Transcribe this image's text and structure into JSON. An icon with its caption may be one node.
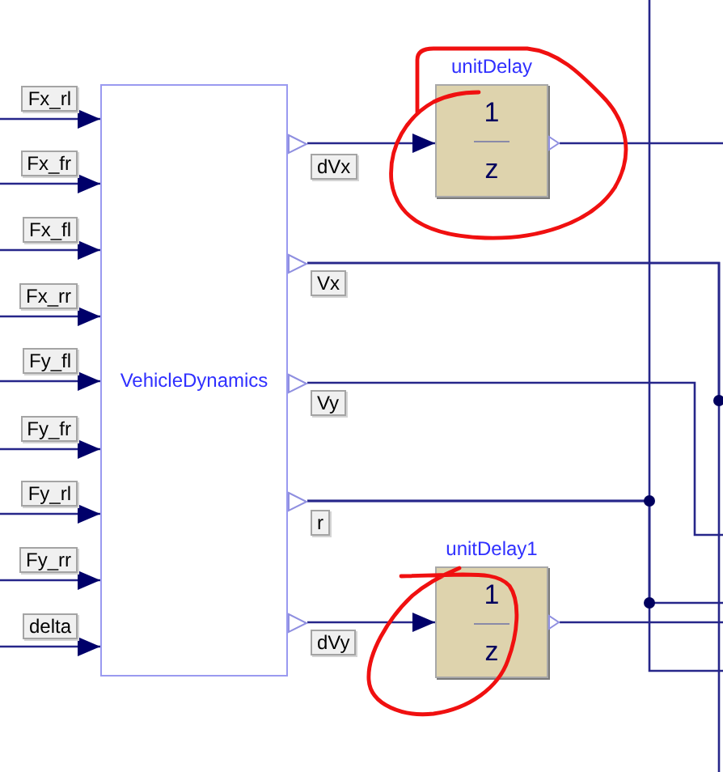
{
  "diagram": {
    "nodes": [
      {
        "text": [
          "VehicleDynamics"
        ]
      },
      {
        "text": [
          "unitDelay",
          "1",
          "z"
        ]
      },
      {
        "text": [
          "unitDelay1",
          "1",
          "z"
        ]
      }
    ],
    "edges": [
      {
        "from": null,
        "to": 0,
        "arrow": "to",
        "label": "Fx_rl"
      },
      {
        "from": null,
        "to": 0,
        "arrow": "to",
        "label": "Fx_fr"
      },
      {
        "from": null,
        "to": 0,
        "arrow": "to",
        "label": "Fx_fl"
      },
      {
        "from": null,
        "to": 0,
        "arrow": "to",
        "label": "Fx_rr"
      },
      {
        "from": null,
        "to": 0,
        "arrow": "to",
        "label": "Fy_fl"
      },
      {
        "from": null,
        "to": 0,
        "arrow": "to",
        "label": "Fy_fr"
      },
      {
        "from": null,
        "to": 0,
        "arrow": "to",
        "label": "Fy_rl"
      },
      {
        "from": null,
        "to": 0,
        "arrow": "to",
        "label": "Fy_rr"
      },
      {
        "from": null,
        "to": 0,
        "arrow": "to",
        "label": "delta"
      },
      {
        "from": 0,
        "to": 1,
        "arrow": "to",
        "label": "dVx"
      },
      {
        "from": 0,
        "to": null,
        "arrow": "none",
        "label": "Vx"
      },
      {
        "from": 0,
        "to": null,
        "arrow": "none"
      },
      {
        "from": 0,
        "to": null,
        "arrow": "none",
        "label": "Vy"
      },
      {
        "from": 0,
        "to": null,
        "arrow": "none",
        "label": "r"
      },
      {
        "from": 0,
        "to": null,
        "arrow": "none"
      },
      {
        "from": 0,
        "to": null,
        "arrow": "none"
      },
      {
        "from": 0,
        "to": 2,
        "arrow": "to",
        "label": "dVy"
      },
      {
        "from": 1,
        "to": null,
        "arrow": "none"
      },
      {
        "from": 2,
        "to": null,
        "arrow": "none"
      }
    ]
  }
}
